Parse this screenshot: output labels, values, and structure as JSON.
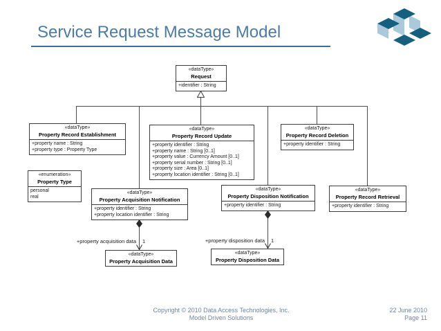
{
  "slide": {
    "title": "Service Request Message Model",
    "footer": {
      "copyright_line1": "Copyright © 2010 Data Access Technologies, Inc.",
      "copyright_line2": "Model Driven Solutions",
      "date": "22 June 2010",
      "page": "Page 11"
    }
  },
  "colors": {
    "title_blue": "#4B7BA8",
    "underline_blue": "#3A6E9E",
    "footer_gray_blue": "#7286A0",
    "logo_dark": "#16607F",
    "logo_light": "#AAC9DB"
  },
  "diagram": {
    "request": {
      "stereotype": "«dataType»",
      "name": "Request",
      "attributes": [
        "+identifier : String"
      ]
    },
    "establishment": {
      "stereotype": "«dataType»",
      "name": "Property Record Establishment",
      "attributes": [
        "+property name : String",
        "+property type : Property Type"
      ]
    },
    "update": {
      "stereotype": "«dataType»",
      "name": "Property Record Update",
      "attributes": [
        "+property identifier : String",
        "+property name : String [0..1]",
        "+property value : Currency Amount [0..1]",
        "+property serial number : String [0..1]",
        "+property size : Area [0..1]",
        "+property location identifier : String [0..1]"
      ]
    },
    "deletion": {
      "stereotype": "«dataType»",
      "name": "Property Record Deletion",
      "attributes": [
        "+property identifier : String"
      ]
    },
    "property_type": {
      "stereotype": "«enumeration»",
      "name": "Property Type",
      "literals": [
        "personal",
        "real"
      ]
    },
    "acquisition_notification": {
      "stereotype": "«dataType»",
      "name": "Property Acquisition Notification",
      "attributes": [
        "+property identifier : String",
        "+property location identifier : String"
      ]
    },
    "disposition_notification": {
      "stereotype": "«dataType»",
      "name": "Property Disposition Notification",
      "attributes": [
        "+property identifier : String"
      ]
    },
    "retrieval": {
      "stereotype": "«dataType»",
      "name": "Property Record Retrieval",
      "attributes": [
        "+property identifier : String"
      ]
    },
    "acquisition_data": {
      "stereotype": "«dataType»",
      "name": "Property Acquisition Data"
    },
    "disposition_data": {
      "stereotype": "«dataType»",
      "name": "Property Disposition Data"
    },
    "associations": {
      "acquisition": {
        "role": "+property acquisition data",
        "multiplicity": "1"
      },
      "disposition": {
        "role": "+property disposition data",
        "multiplicity": "1"
      }
    }
  }
}
